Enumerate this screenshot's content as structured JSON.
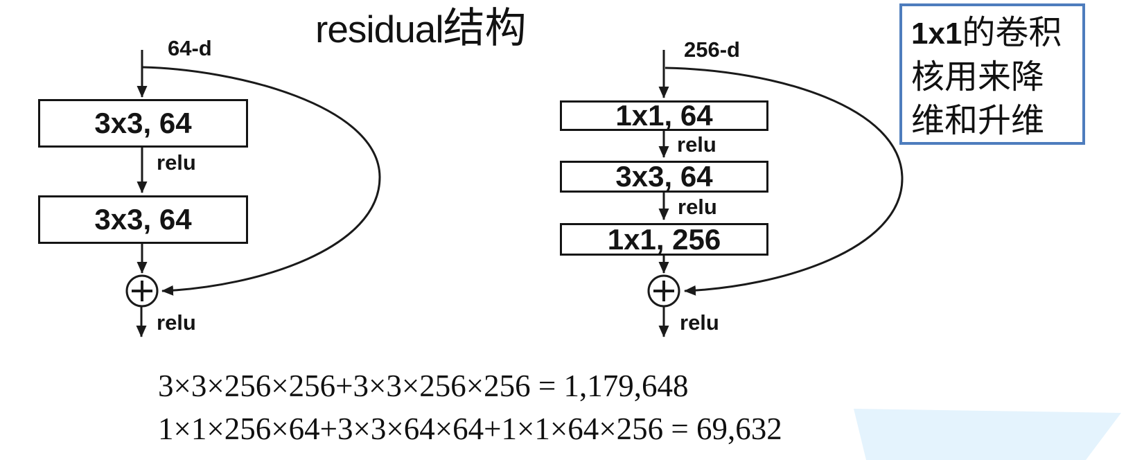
{
  "title": {
    "latin": "residual",
    "cjk": "结构"
  },
  "left_block": {
    "input_label": "64-d",
    "layers": [
      {
        "label": "3x3, 64"
      },
      {
        "label": "3x3, 64"
      }
    ],
    "relu_mid": "relu",
    "relu_out": "relu",
    "add_icon": "plus-circle"
  },
  "right_block": {
    "input_label": "256-d",
    "layers": [
      {
        "label": "1x1, 64"
      },
      {
        "label": "3x3, 64"
      },
      {
        "label": "1x1, 256"
      }
    ],
    "relu_mid1": "relu",
    "relu_mid2": "relu",
    "relu_out": "relu",
    "add_icon": "plus-circle"
  },
  "note": {
    "bold_prefix": "1x1",
    "line1_rest": "的卷积",
    "line2": "核用来降",
    "line3": "维和升维"
  },
  "formulas": {
    "basic_params": "3×3×256×256+3×3×256×256 = 1,179,648",
    "bottleneck_params": "1×1×256×64+3×3×64×64+1×1×64×256 = 69,632"
  },
  "colors": {
    "ink": "#161616",
    "accent-blue": "#4e7dbd",
    "deco-fill": "#e4f3fd"
  }
}
